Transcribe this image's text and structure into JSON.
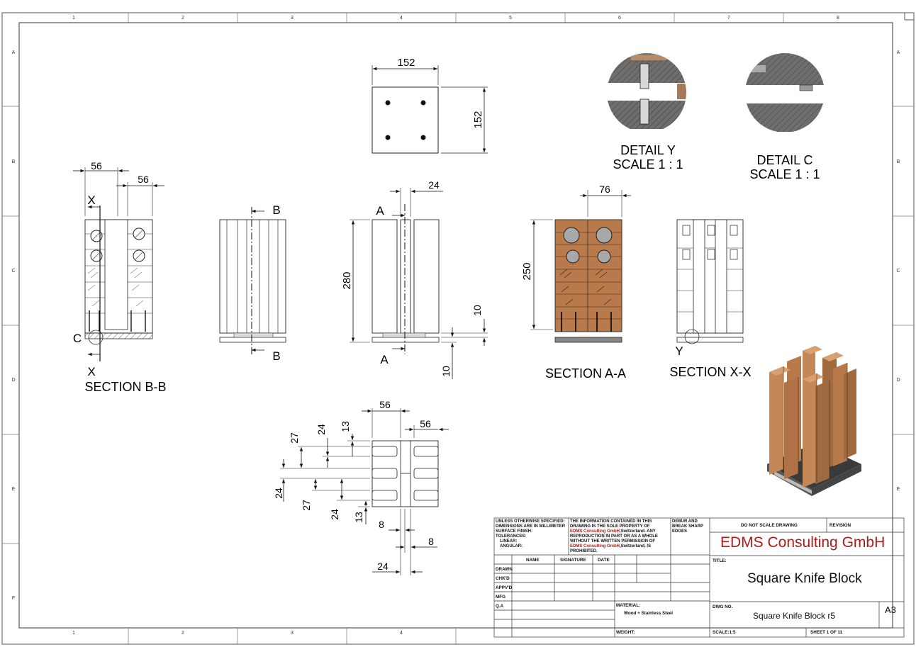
{
  "zones": {
    "cols_top": [
      "1",
      "2",
      "3",
      "4",
      "5",
      "6",
      "7",
      "8"
    ],
    "cols_bottom": [
      "1",
      "2",
      "3",
      "4"
    ],
    "rows": [
      "A",
      "B",
      "C",
      "D",
      "E",
      "F"
    ]
  },
  "views": {
    "top_plan": {
      "dim_w": "152",
      "dim_h": "152"
    },
    "detail_y": {
      "title": "DETAIL Y",
      "scale": "SCALE 1 : 1"
    },
    "detail_c": {
      "title": "DETAIL C",
      "scale": "SCALE 1 : 1"
    },
    "section_bb": {
      "title": "SECTION B-B",
      "dim_a": "56",
      "dim_b": "56",
      "label_x_top": "X",
      "label_x_bottom": "X",
      "label_c": "C"
    },
    "side_view": {
      "label_b_top": "B",
      "label_b_bottom": "B"
    },
    "front_view": {
      "dim_top": "24",
      "dim_height": "280",
      "dim_base": "10",
      "dim_base2": "10",
      "label_a_top": "A",
      "label_a_bottom": "A"
    },
    "section_aa": {
      "title": "SECTION A-A",
      "dim_top": "76",
      "dim_height": "250"
    },
    "section_xx": {
      "title": "SECTION X-X",
      "label_y": "Y"
    },
    "bottom_view": {
      "dim_top1": "56",
      "dim_top2": "56",
      "dim_27a": "27",
      "dim_24a": "24",
      "dim_13a": "13",
      "dim_24b": "24",
      "dim_27b": "27",
      "dim_24c": "24",
      "dim_13b": "13",
      "dim_8a": "8",
      "dim_8b": "8",
      "dim_24d": "24"
    }
  },
  "title_block": {
    "spec_lines": [
      "UNLESS OTHERWISE SPECIFIED:",
      "DIMENSIONS ARE IN MILLIMETER",
      "SURFACE FINISH:",
      "TOLERANCES:",
      "LINEAR:",
      "ANGULAR:"
    ],
    "prop_line1": "THE INFORMATION CONTAINED IN THIS",
    "prop_line2a": "DRAWING IS THE SOLE PROPERTY OF",
    "prop_company1": "EDMS Consulting GmbH",
    "prop_line3": ",Switzerland.  ANY",
    "prop_line4": "REPRODUCTION IN PART OR AS A WHOLE",
    "prop_line5": "WITHOUT THE WRITTEN PERMISSION OF",
    "prop_company2": "EDMS Consulting GmbH",
    "prop_line6": ",Switzerland, IS",
    "prop_line7": "PROHIBITED.",
    "deburr": [
      "DEBUR AND",
      "BREAK SHARP",
      "EDGES"
    ],
    "do_not_scale": "DO NOT SCALE DRAWING",
    "revision": "REVISION",
    "company": "EDMS Consulting GmbH",
    "title_label": "TITLE:",
    "title": "Square Knife Block",
    "col_name": "NAME",
    "col_signature": "SIGNATURE",
    "col_date": "DATE",
    "rows": [
      "DRAWN",
      "CHK'D",
      "APPV'D",
      "MFG",
      "Q.A"
    ],
    "material_label": "MATERIAL:",
    "material": "Wood + Stainless Steel",
    "weight_label": "WEIGHT:",
    "dwg_no_label": "DWG NO.",
    "dwg_no": "Square Knife Block r5",
    "size": "A3",
    "scale": "SCALE:1:5",
    "sheet": "SHEET 1 OF 11"
  },
  "colors": {
    "wood": "#b87a4b",
    "wood_dark": "#8a5a35",
    "detail_grey": "#7a7a7a",
    "company_red": "#b01a1a"
  }
}
